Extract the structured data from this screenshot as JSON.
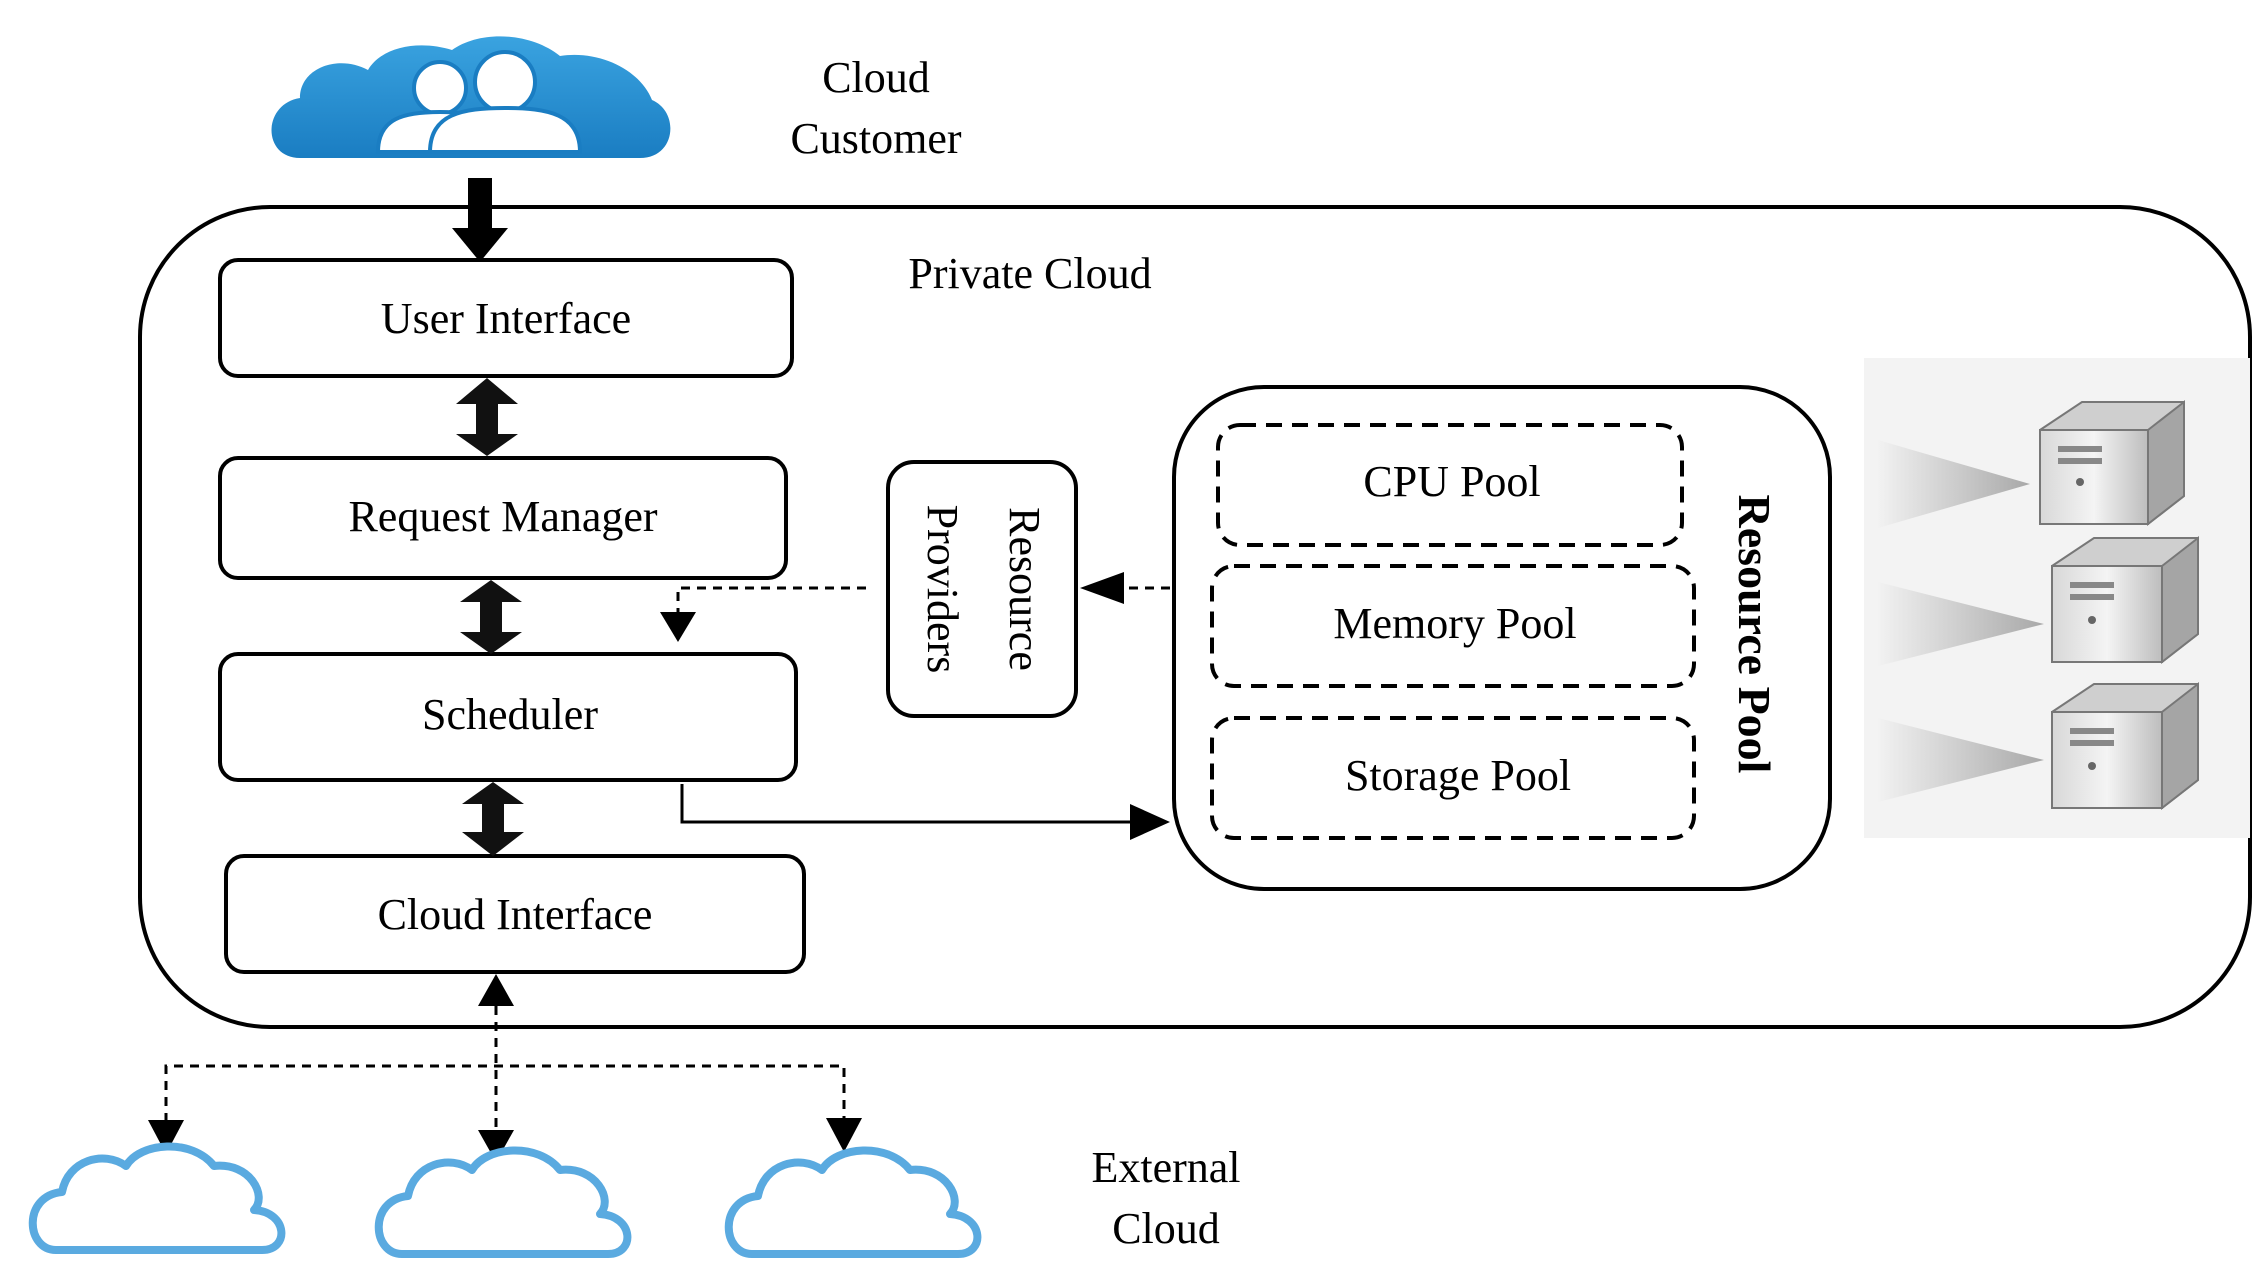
{
  "customer": {
    "line1": "Cloud",
    "line2": "Customer"
  },
  "private_cloud": {
    "title": "Private Cloud"
  },
  "modules": {
    "user_interface": "User Interface",
    "request_manager": "Request Manager",
    "scheduler": "Scheduler",
    "cloud_interface": "Cloud Interface"
  },
  "resource_providers": {
    "line1": "Resource",
    "line2": "Providers"
  },
  "resource_pool": {
    "title": "Resource Pool",
    "cpu": "CPU Pool",
    "memory": "Memory Pool",
    "storage": "Storage Pool"
  },
  "external": {
    "line1": "External",
    "line2": "Cloud"
  },
  "colors": {
    "cloud_fill": "#2a8fd0",
    "cloud_outline": "#5aaae0",
    "stroke": "#000000"
  }
}
